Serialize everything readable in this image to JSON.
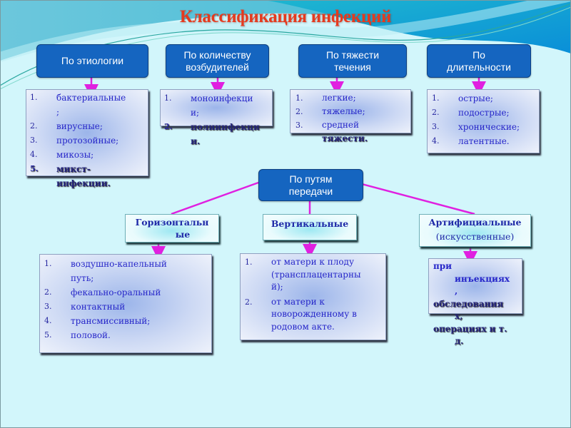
{
  "title": "Классификация инфекций",
  "colors": {
    "title": "#e53a1e",
    "category_box": "#1565c0",
    "connector": "#e020e0",
    "list_text": "#2626c9",
    "background": "#d2f6fb"
  },
  "categories": [
    {
      "label_lines": [
        "По этиологии"
      ],
      "items": [
        [
          "бактериальные",
          ";"
        ],
        [
          "вирусные;"
        ],
        [
          "протозойные;"
        ],
        [
          "микозы;"
        ],
        [
          "микст-",
          "инфекции."
        ]
      ]
    },
    {
      "label_lines": [
        "По количеству",
        "возбудителей"
      ],
      "items": [
        [
          "моноинфекци",
          "и;"
        ],
        [
          "полиинфекци",
          "и."
        ]
      ]
    },
    {
      "label_lines": [
        "По тяжести",
        "течения"
      ],
      "items": [
        [
          "легкие;"
        ],
        [
          "тяжелые;"
        ],
        [
          "средней",
          "тяжести."
        ]
      ]
    },
    {
      "label_lines": [
        "По",
        "длительности"
      ],
      "items": [
        [
          "острые;"
        ],
        [
          "подострые;"
        ],
        [
          "хронические;"
        ],
        [
          "латентные."
        ]
      ]
    }
  ],
  "transmission": {
    "label_lines": [
      "По путям",
      "передачи"
    ],
    "branches": [
      {
        "label_lines": [
          "Горизонтальн",
          "ые"
        ],
        "items": [
          [
            "воздушно-капельный",
            "путь;"
          ],
          [
            "фекально-оральный"
          ],
          [
            "контактный"
          ],
          [
            "трансмиссивный;"
          ],
          [
            "половой."
          ]
        ]
      },
      {
        "label_lines": [
          "Вертикальные"
        ],
        "items": [
          [
            "от матери к плоду",
            "(трансплацентарны",
            "й);"
          ],
          [
            "от матери к",
            "новорожденному в",
            "родовом акте."
          ]
        ]
      },
      {
        "label_lines": [
          "Артифициальные",
          "(искусственные)"
        ],
        "text_lines": [
          "при",
          "инъекциях",
          ",",
          "обследования",
          "х,",
          "операциях и т.",
          "д."
        ]
      }
    ]
  },
  "numbers": [
    "1.",
    "2.",
    "3.",
    "4.",
    "5."
  ]
}
